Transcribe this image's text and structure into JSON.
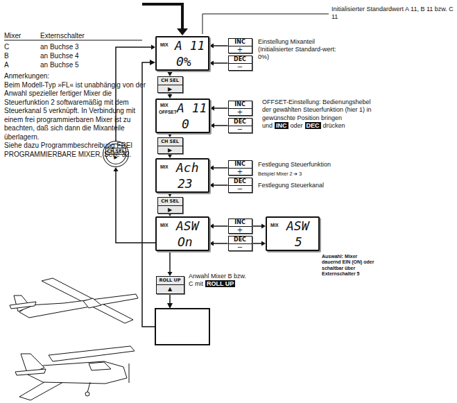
{
  "diagram": {
    "nodes": [
      {
        "text": [
          "MIX",
          "A 11",
          "0%"
        ]
      },
      {
        "text": [
          "INC",
          "+"
        ]
      },
      {
        "text": [
          "DEC",
          "−"
        ]
      },
      {
        "text": [
          "CH SEL",
          "▶"
        ]
      },
      {
        "text": [
          "MIX",
          "A 11",
          "OFFSET",
          "0"
        ]
      },
      {
        "text": [
          "INC",
          "+"
        ]
      },
      {
        "text": [
          "DEC",
          "−"
        ]
      },
      {
        "text": [
          "CH SEL",
          "▶"
        ]
      },
      {
        "text": [
          "MIX",
          "Ach",
          "23"
        ]
      },
      {
        "text": [
          "INC",
          "+"
        ]
      },
      {
        "text": [
          "DEC",
          "−"
        ]
      },
      {
        "text": [
          "CH SEL",
          "▶"
        ]
      },
      {
        "text": [
          "MIX",
          "ASW",
          "On"
        ]
      },
      {
        "text": [
          "INC",
          "+"
        ]
      },
      {
        "text": [
          "DEC",
          "−"
        ]
      },
      {
        "text": [
          "MIX",
          "ASW",
          "5"
        ]
      },
      {
        "text": [
          "ROLL UP",
          "▲"
        ]
      },
      {
        "text": [
          "CH SEL",
          "▶"
        ]
      }
    ],
    "edges": [
      {
        "from": 1,
        "to": 0,
        "arrow": "to"
      },
      {
        "from": 2,
        "to": 0,
        "arrow": "to"
      },
      {
        "from": 0,
        "to": 3,
        "arrow": "to"
      },
      {
        "from": 3,
        "to": 4,
        "arrow": "to"
      },
      {
        "from": 5,
        "to": 4,
        "arrow": "to"
      },
      {
        "from": 6,
        "to": 4,
        "arrow": "to"
      },
      {
        "from": 4,
        "to": 7,
        "arrow": "to"
      },
      {
        "from": 7,
        "to": 8,
        "arrow": "to"
      },
      {
        "from": 9,
        "to": 8,
        "arrow": "to"
      },
      {
        "from": 10,
        "to": 8,
        "arrow": "to"
      },
      {
        "from": 8,
        "to": 11,
        "arrow": "to"
      },
      {
        "from": 11,
        "to": 12,
        "arrow": "to"
      },
      {
        "from": 13,
        "to": 12,
        "arrow": "to"
      },
      {
        "from": 14,
        "to": 12,
        "arrow": "to"
      },
      {
        "from": 13,
        "to": 15,
        "arrow": "to"
      },
      {
        "from": 14,
        "to": 15,
        "arrow": "to"
      },
      {
        "from": 12,
        "to": 16,
        "arrow": "to"
      },
      {
        "from": 12,
        "to": 17,
        "arrow": "to"
      },
      {
        "from": 17,
        "to": 0,
        "arrow": "to"
      }
    ],
    "labels": [
      "Mixer",
      "Externschalter",
      "C",
      "an Buchse 3",
      "B",
      "an Buchse 4",
      "A",
      "an Buchse 5",
      "Anmerkungen:",
      "Beim Modell-Typ »FL« ist unabhängig von der Anwahl spezieller fertiger Mixer die Steuerfunktion 2 softwaremäßig mit dem Steuerkanal 5 verknüpft. In Verbindung mit einem frei programmierbaren Mixer ist zu beachten, daß sich dann die Mixanteile überlagern.",
      "Siehe dazu Programmbeschreibung FREI PROGRAMMIERBARE MIXER, Seite 32.",
      "Initialisierter Standardwert A 11, B 11 bzw. C 11",
      "Einstellung Mixanteil (Initialisierter Standard-wert: 0%)",
      "OFFSET-Einstellung: Bedienungshebel der gewählten Steuerfunktion (hier 1) in gewünschte Position bringen und",
      "INC",
      "oder",
      "DEC",
      "drücken",
      "Festlegung Steuerfunktion",
      "Beispiel Mixer 2 ➔ 3",
      "Festlegung Steuerkanal",
      "Auswahl: Mixer dauernd EIN (ON) oder schaltbar über Externschalter 5",
      "Anwahl Mixer B bzw. C mit",
      "ROLL UP"
    ]
  }
}
